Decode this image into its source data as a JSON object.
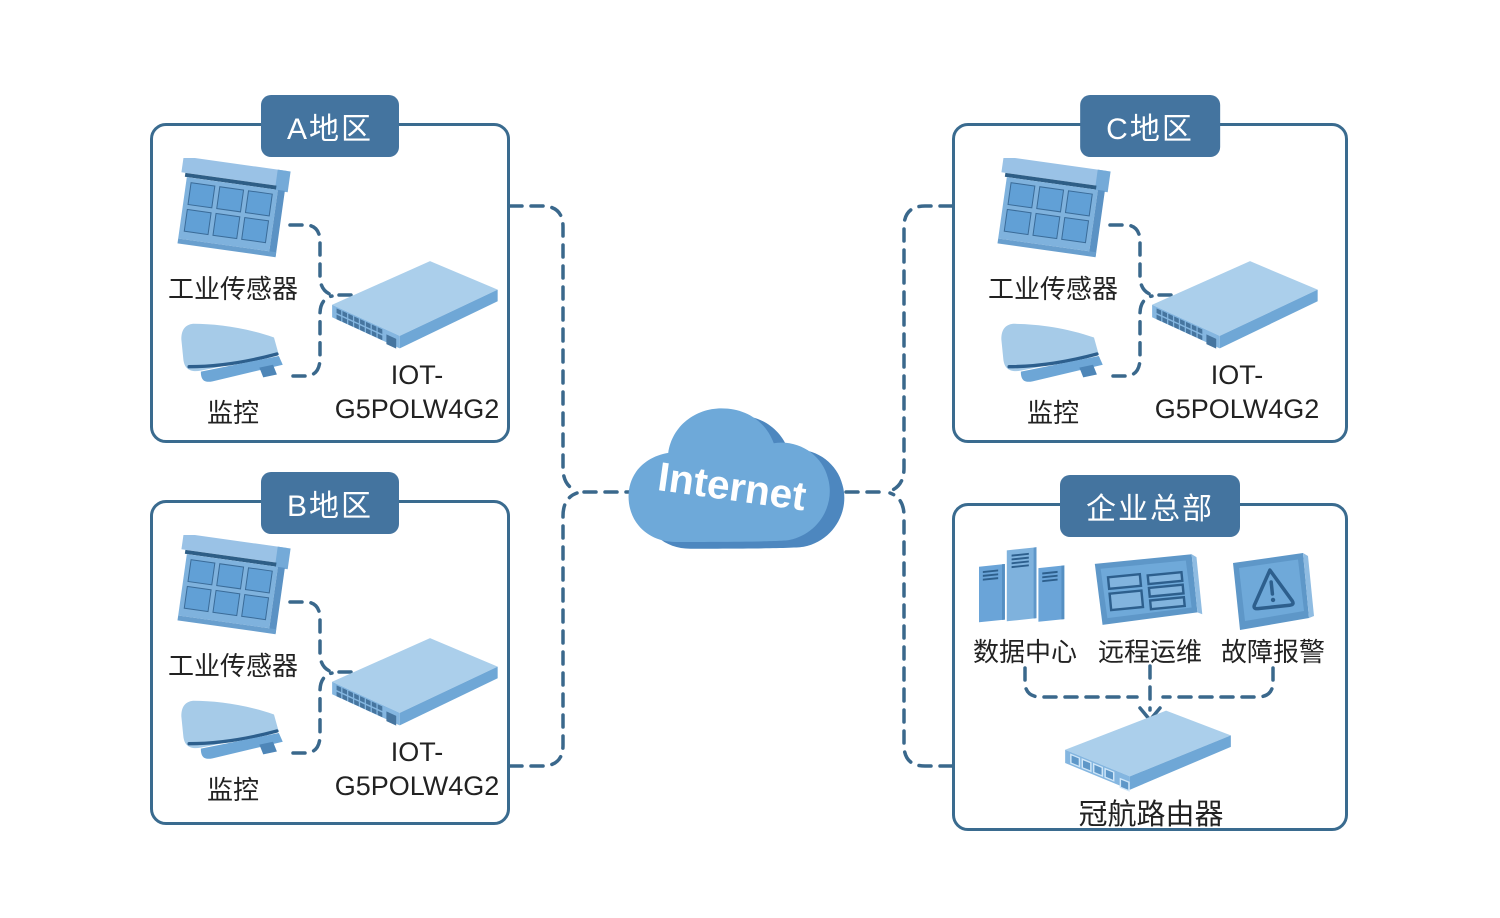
{
  "diagram": {
    "cloud_label": "Internet"
  },
  "regions": [
    {
      "title": "A地区",
      "sensor": "工业传感器",
      "camera": "监控",
      "device_line1": "IOT-",
      "device_line2": "G5POLW4G2"
    },
    {
      "title": "B地区",
      "sensor": "工业传感器",
      "camera": "监控",
      "device_line1": "IOT-",
      "device_line2": "G5POLW4G2"
    },
    {
      "title": "C地区",
      "sensor": "工业传感器",
      "camera": "监控",
      "device_line1": "IOT-",
      "device_line2": "G5POLW4G2"
    }
  ],
  "headquarters": {
    "title": "企业总部",
    "items": [
      {
        "label": "数据中心"
      },
      {
        "label": "远程运维"
      },
      {
        "label": "故障报警"
      }
    ],
    "router_label": "冠航路由器"
  },
  "colors": {
    "line": "#3a688c",
    "box_border": "#3a6b8f",
    "badge_bg": "#44749f",
    "badge_text": "#ffffff",
    "icon_light": "#abcfeb",
    "icon_mid": "#7fb2dd",
    "icon_dark": "#4e86b8",
    "cloud_body": "#6ea9d9",
    "cloud_shadow": "#4d87bf",
    "label_text": "#222222"
  }
}
